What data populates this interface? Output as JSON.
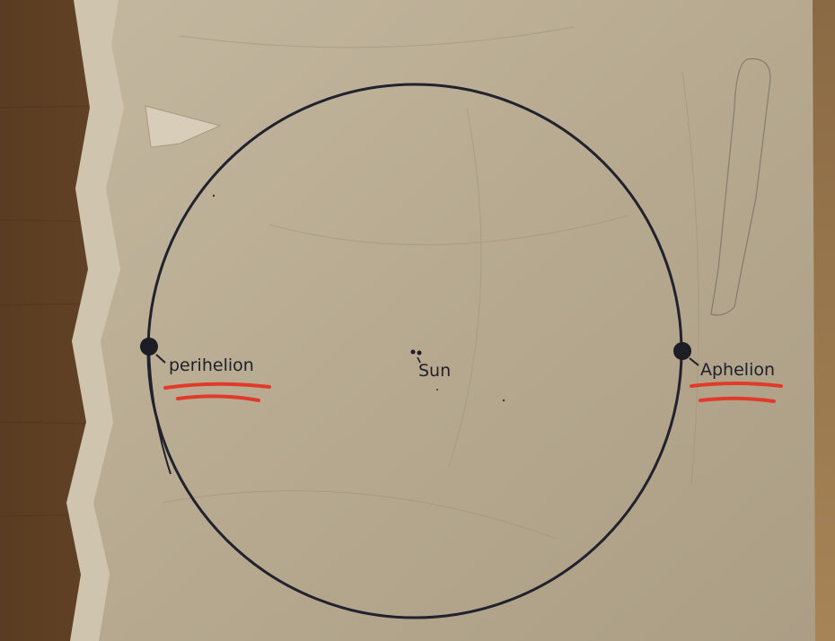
{
  "labels": {
    "perihelion": "perihelion",
    "sun": "Sun",
    "aphelion": "Aphelion"
  },
  "colors": {
    "table_wood": "#6b4a2c",
    "paper": "#b9ac94",
    "paper_torn_edge": "#cfc4ae",
    "orbit_ink": "#22222e",
    "underline_red": "#e23a2a"
  },
  "icons": {
    "planet_marker": "filled-dot",
    "sun_marker": "small-dot-pair"
  }
}
